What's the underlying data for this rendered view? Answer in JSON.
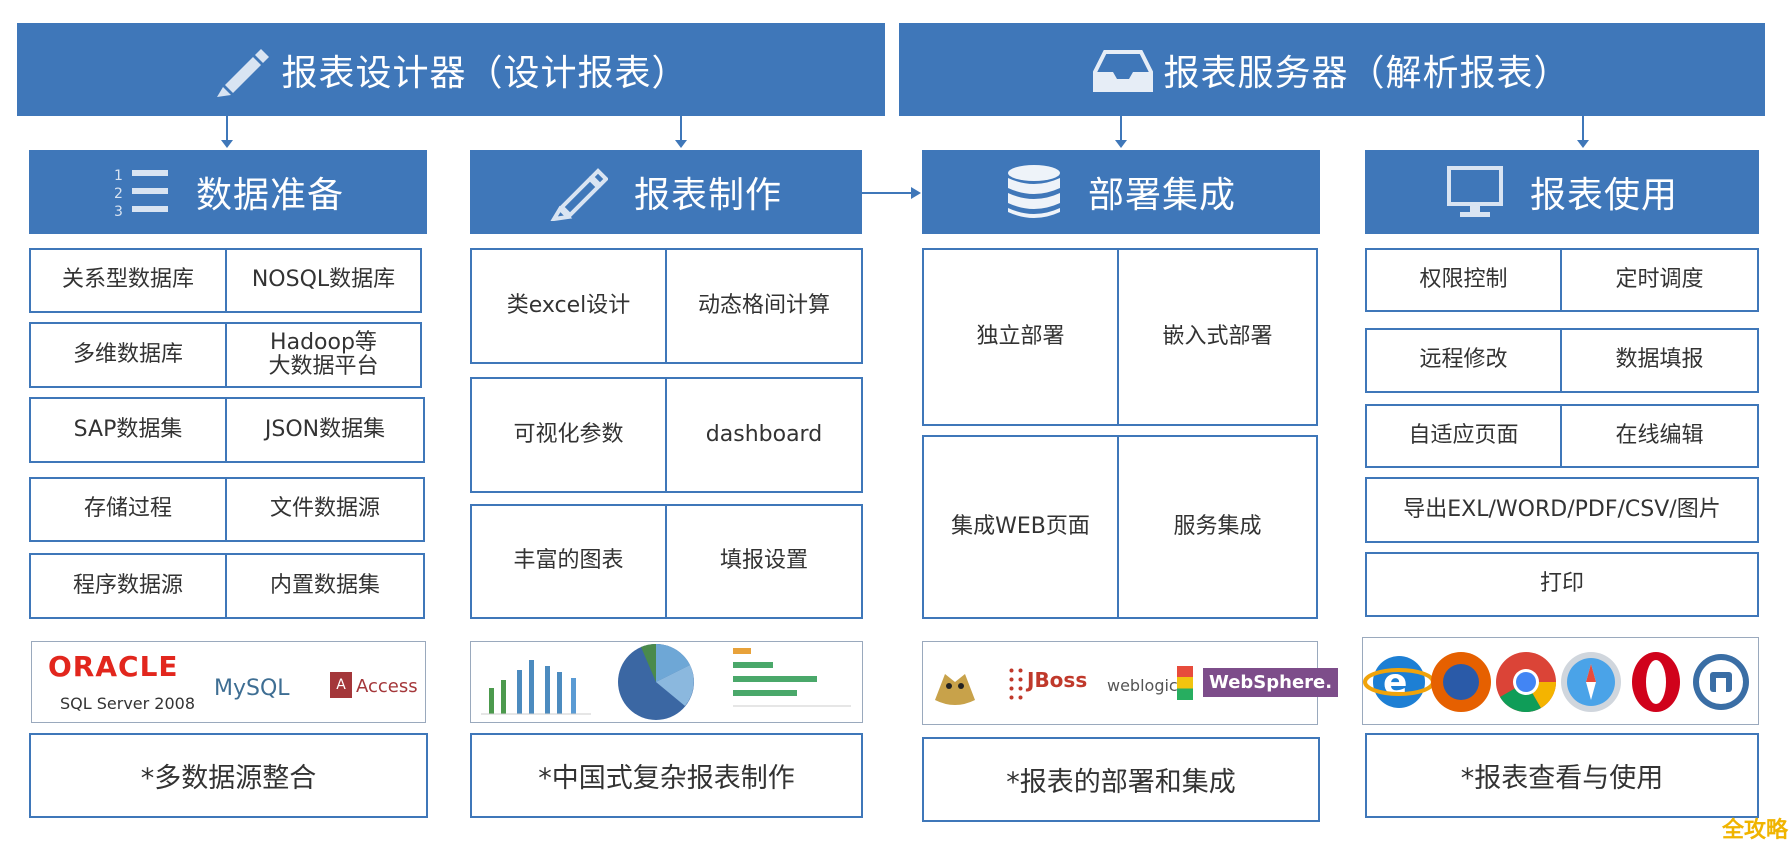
{
  "colors": {
    "primary": "#3f77b9",
    "border": "#3f77b9",
    "text": "#333333"
  },
  "banners": {
    "designer": {
      "title": "报表设计器（设计报表）",
      "icon": "pencil-icon"
    },
    "server": {
      "title": "报表服务器（解析报表）",
      "icon": "inbox-tray-icon"
    }
  },
  "columns": [
    {
      "title": "数据准备",
      "icon": "numbered-list-icon",
      "rows": [
        [
          "关系型数据库",
          "NOSQL数据库"
        ],
        [
          "多维数据库",
          "Hadoop等\n大数据平台"
        ],
        [
          "SAP数据集",
          "JSON数据集"
        ],
        [
          "存储过程",
          "文件数据源"
        ],
        [
          "程序数据源",
          "内置数据集"
        ]
      ],
      "logos": [
        "ORACLE",
        "SQL Server 2008",
        "MySQL",
        "Access"
      ],
      "summary": "*多数据源整合"
    },
    {
      "title": "报表制作",
      "icon": "pencil-icon",
      "rows": [
        [
          "类excel设计",
          "动态格间计算"
        ],
        [
          "可视化参数",
          "dashboard"
        ],
        [
          "丰富的图表",
          "填报设置"
        ]
      ],
      "summary": "*中国式复杂报表制作"
    },
    {
      "title": "部署集成",
      "icon": "database-icon",
      "rows": [
        [
          "独立部署",
          "嵌入式部署"
        ],
        [
          "集成WEB页面",
          "服务集成"
        ]
      ],
      "logos": [
        "JBoss",
        "weblogic",
        "WebSphere."
      ],
      "summary": "*报表的部署和集成"
    },
    {
      "title": "报表使用",
      "icon": "monitor-icon",
      "rows": [
        [
          "权限控制",
          "定时调度"
        ],
        [
          "远程修改",
          "数据填报"
        ],
        [
          "自适应页面",
          "在线编辑"
        ]
      ],
      "wide_rows": [
        "导出EXL/WORD/PDF/CSV/图片",
        "打印"
      ],
      "summary": "*报表查看与使用"
    }
  ],
  "watermark": "全攻略"
}
